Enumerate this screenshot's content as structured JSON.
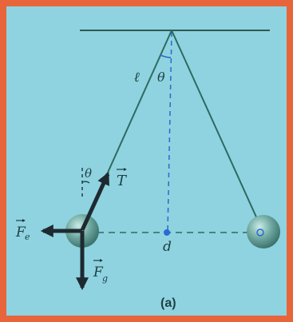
{
  "colors": {
    "border": "#e8643a",
    "background": "#8fd3e0",
    "string": "#2e6a60",
    "ceiling": "#2e5a54",
    "force_arrow": "#1e2a30",
    "dashed_line": "#2a6ad0",
    "sphere": "#5e9a92"
  },
  "labels": {
    "length": "ℓ",
    "angle_top": "θ",
    "angle_left": "θ",
    "tension": "T",
    "electric_force": "F",
    "electric_force_sub": "e",
    "gravity_force": "F",
    "gravity_force_sub": "g",
    "separation": "d",
    "panel": "(a)"
  }
}
